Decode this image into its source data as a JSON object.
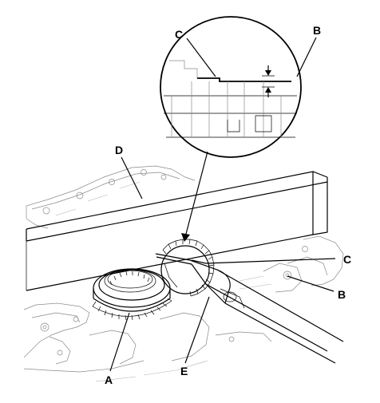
{
  "callouts": {
    "detail_c": "C",
    "detail_b": "B",
    "d": "D",
    "c": "C",
    "b": "B",
    "a": "A",
    "e": "E"
  }
}
